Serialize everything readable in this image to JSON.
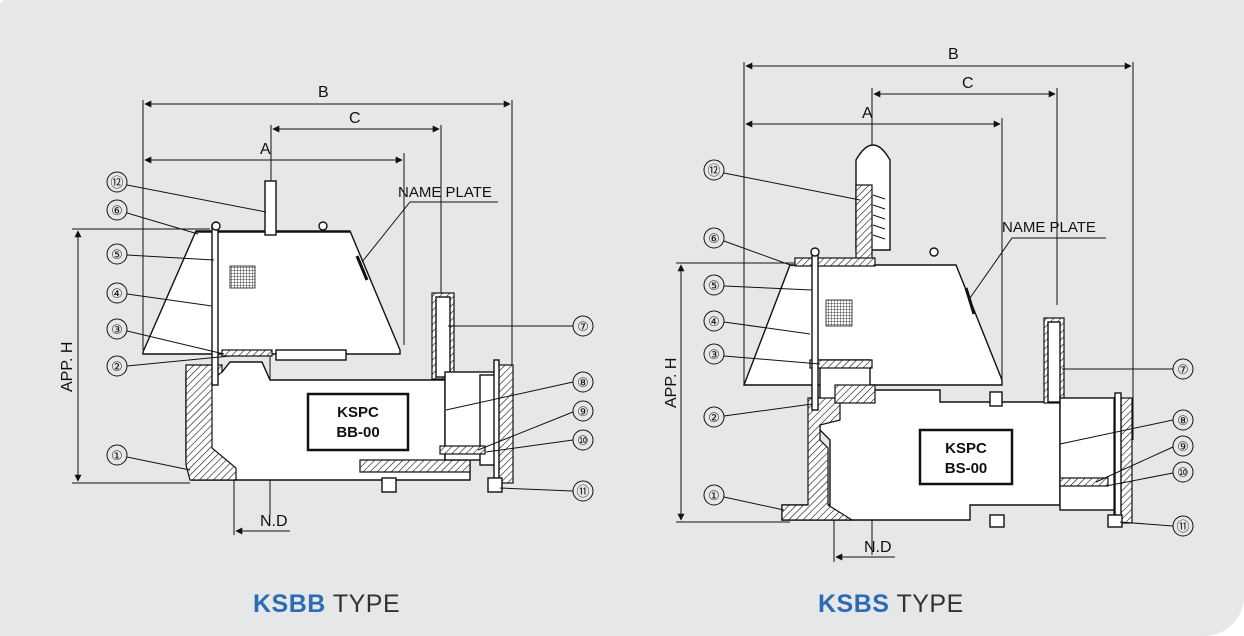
{
  "left": {
    "dims": {
      "a": "A",
      "b": "B",
      "c": "C",
      "h": "APP. H",
      "nd": "N.D"
    },
    "name_plate": "NAME PLATE",
    "plate_line1": "KSPC",
    "plate_line2": "BB-00",
    "caption_code": "KSBB",
    "caption_suffix": " TYPE",
    "parts": [
      "①",
      "②",
      "③",
      "④",
      "⑤",
      "⑥",
      "⑦",
      "⑧",
      "⑨",
      "⑩",
      "⑪",
      "⑫"
    ]
  },
  "right": {
    "dims": {
      "a": "A",
      "b": "B",
      "c": "C",
      "h": "APP. H",
      "nd": "N.D"
    },
    "name_plate": "NAME PLATE",
    "plate_line1": "KSPC",
    "plate_line2": "BS-00",
    "caption_code": "KSBS",
    "caption_suffix": " TYPE",
    "parts": [
      "①",
      "②",
      "③",
      "④",
      "⑤",
      "⑥",
      "⑦",
      "⑧",
      "⑨",
      "⑩",
      "⑪",
      "⑫"
    ]
  },
  "colors": {
    "background": "#e6e7e9",
    "accent": "#2b6cb3",
    "caption": "#333333"
  }
}
